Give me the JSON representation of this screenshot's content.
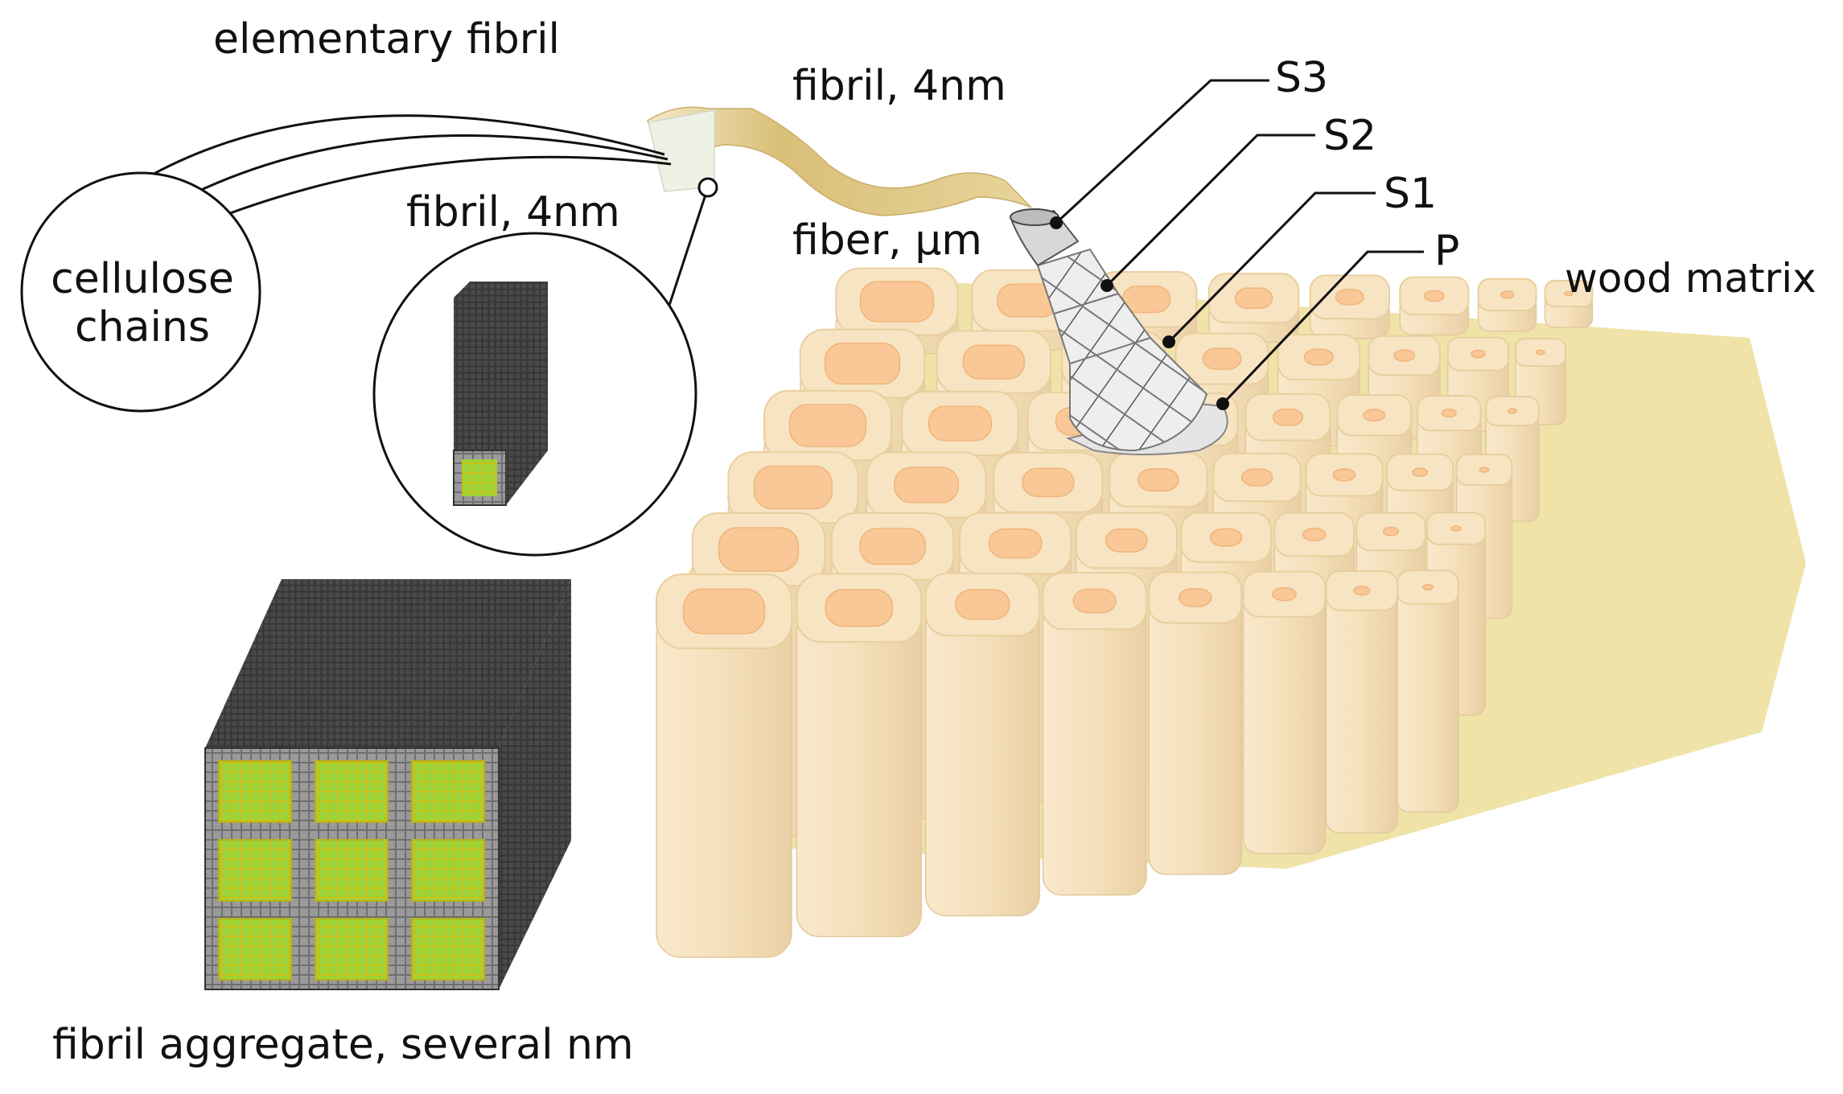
{
  "labels": {
    "elementary_fibril": "elementary fibril",
    "fibril_top": "fibril, 4nm",
    "fibril_zoom": "fibril, 4nm",
    "cellulose_line1": "cellulose",
    "cellulose_line2": "chains",
    "fiber": "fiber, µm",
    "wood_matrix": "wood matrix",
    "fibril_aggregate": "fibril aggregate, several nm",
    "s3": "S3",
    "s2": "S2",
    "s1": "S1",
    "p": "P"
  },
  "colors": {
    "lumen": "#f9c896",
    "wall": "#f7e4c2",
    "fibril_ribbon": "#d9bf78",
    "grid_dark": "#3b3b3b",
    "grid_green": "#9bd43a",
    "grid_yellow": "#d8d11a"
  }
}
